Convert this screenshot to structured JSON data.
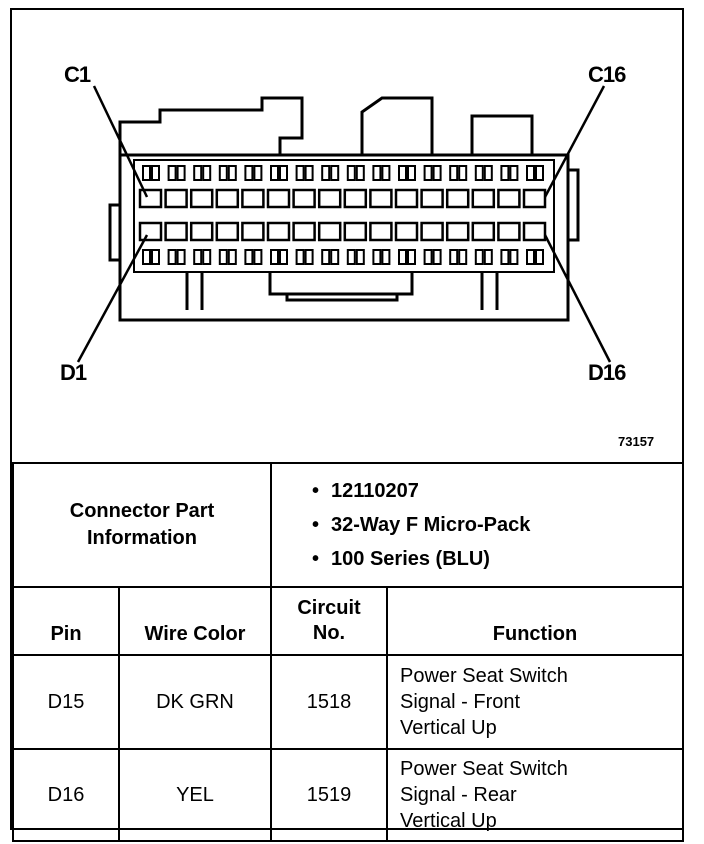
{
  "diagram": {
    "labels": {
      "c1": "C1",
      "c16": "C16",
      "d1": "D1",
      "d16": "D16"
    },
    "figure_number": "73157"
  },
  "connector_info": {
    "heading_line1": "Connector Part",
    "heading_line2": "Information",
    "bullets": [
      "12110207",
      "32-Way F Micro-Pack",
      "100 Series (BLU)"
    ]
  },
  "table": {
    "headers": {
      "pin": "Pin",
      "wire_color": "Wire Color",
      "circuit_line1": "Circuit",
      "circuit_line2": "No.",
      "function": "Function"
    },
    "rows": [
      {
        "pin": "D15",
        "wire_color": "DK GRN",
        "circuit": "1518",
        "function_lines": [
          "Power Seat Switch",
          "Signal - Front",
          "Vertical Up"
        ]
      },
      {
        "pin": "D16",
        "wire_color": "YEL",
        "circuit": "1519",
        "function_lines": [
          "Power Seat Switch",
          "Signal - Rear",
          "Vertical Up"
        ]
      }
    ]
  }
}
